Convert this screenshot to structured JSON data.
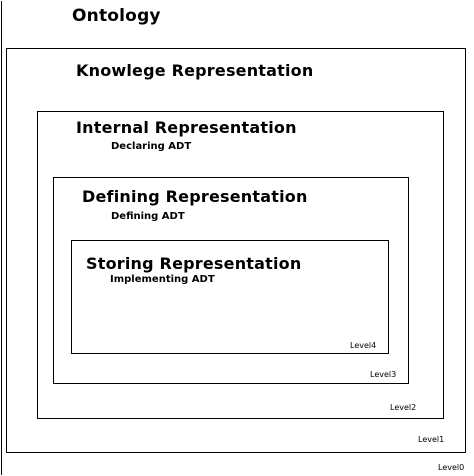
{
  "levels": [
    {
      "title": "Ontology",
      "subtitle": "",
      "level_label": "Level0"
    },
    {
      "title": "Knowlege Representation",
      "subtitle": "",
      "level_label": "Level1"
    },
    {
      "title": "Internal Representation",
      "subtitle": "Declaring ADT",
      "level_label": "Level2"
    },
    {
      "title": "Defining Representation",
      "subtitle": "Defining ADT",
      "level_label": "Level3"
    },
    {
      "title": "Storing Representation",
      "subtitle": "Implementing ADT",
      "level_label": "Level4"
    }
  ]
}
